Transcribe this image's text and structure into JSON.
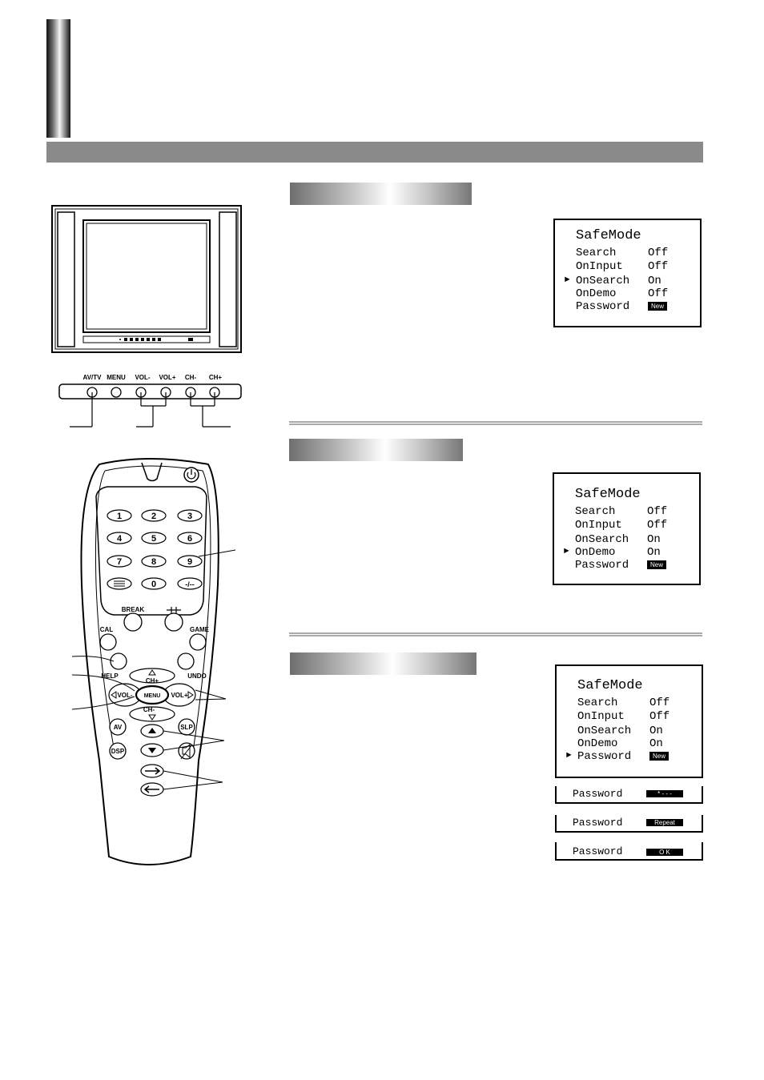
{
  "panel": {
    "labels": [
      "AV/TV",
      "MENU",
      "VOL-",
      "VOL+",
      "CH-",
      "CH+"
    ]
  },
  "remote": {
    "digits": [
      "1",
      "2",
      "3",
      "4",
      "5",
      "6",
      "7",
      "8",
      "9",
      "0",
      "-/--"
    ],
    "break": "BREAK",
    "cal": "CAL",
    "game": "GAME",
    "help": "HELP",
    "undo": "UNDO",
    "ch_plus": "CH+",
    "ch_minus": "CH-",
    "vol_minus": "VOL-",
    "vol_plus": "VOL+",
    "menu": "MENU",
    "av": "AV",
    "slp": "SLP",
    "dsp": "DSP"
  },
  "osd": [
    {
      "title": "SafeMode",
      "rows": [
        {
          "label": "Search",
          "value": "Off"
        },
        {
          "label": "OnInput",
          "value": "Off"
        },
        {
          "label": "OnSearch",
          "value": "On"
        },
        {
          "label": "OnDemo",
          "value": "Off"
        },
        {
          "label": "Password",
          "badge": "New"
        }
      ]
    },
    {
      "title": "SafeMode",
      "rows": [
        {
          "label": "Search",
          "value": "Off"
        },
        {
          "label": "OnInput",
          "value": "Off"
        },
        {
          "label": "OnSearch",
          "value": "On"
        },
        {
          "label": "OnDemo",
          "value": "On"
        },
        {
          "label": "Password",
          "badge": "New"
        }
      ]
    },
    {
      "title": "SafeMode",
      "rows": [
        {
          "label": "Search",
          "value": "Off"
        },
        {
          "label": "OnInput",
          "value": "Off"
        },
        {
          "label": "OnSearch",
          "value": "On"
        },
        {
          "label": "OnDemo",
          "value": "On"
        },
        {
          "label": "Password",
          "badge": "New"
        }
      ]
    }
  ],
  "pointer": "►",
  "password_steps": [
    {
      "label": "Password",
      "badge": "* - - -"
    },
    {
      "label": "Password",
      "badge": "Repeat"
    },
    {
      "label": "Password",
      "badge": "O K"
    }
  ]
}
